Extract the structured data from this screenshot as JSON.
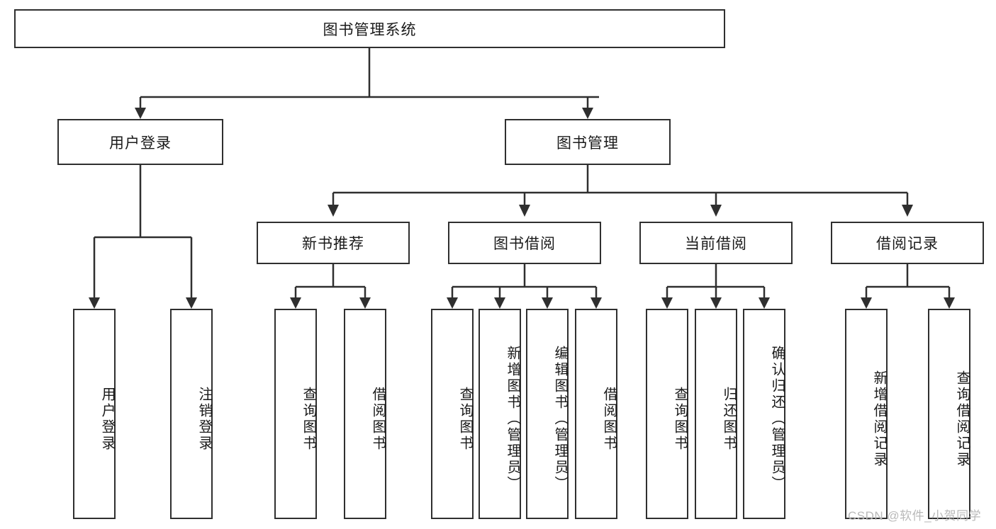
{
  "diagram": {
    "title": "图书管理系统",
    "type": "tree-hierarchy-chart",
    "root": {
      "id": "root",
      "label": "图书管理系统"
    },
    "level2": [
      {
        "id": "user-login",
        "label": "用户登录"
      },
      {
        "id": "book-manage",
        "label": "图书管理"
      }
    ],
    "level3": [
      {
        "id": "new-book-recommend",
        "label": "新书推荐",
        "parent": "book-manage"
      },
      {
        "id": "book-borrow",
        "label": "图书借阅",
        "parent": "book-manage"
      },
      {
        "id": "current-borrow",
        "label": "当前借阅",
        "parent": "book-manage"
      },
      {
        "id": "borrow-record",
        "label": "借阅记录",
        "parent": "book-manage"
      }
    ],
    "leaves": [
      {
        "id": "leaf-user-login",
        "label": "用户登录",
        "parent": "user-login"
      },
      {
        "id": "leaf-user-logout",
        "label": "注销登录",
        "parent": "user-login"
      },
      {
        "id": "leaf-query-book-1",
        "label": "查询图书",
        "parent": "new-book-recommend"
      },
      {
        "id": "leaf-borrow-book-1",
        "label": "借阅图书",
        "parent": "new-book-recommend"
      },
      {
        "id": "leaf-query-book-2",
        "label": "查询图书",
        "parent": "book-borrow"
      },
      {
        "id": "leaf-add-book",
        "label": "新增图书（管理员）",
        "parent": "book-borrow"
      },
      {
        "id": "leaf-edit-book",
        "label": "编辑图书（管理员）",
        "parent": "book-borrow"
      },
      {
        "id": "leaf-borrow-book-2",
        "label": "借阅图书",
        "parent": "book-borrow"
      },
      {
        "id": "leaf-query-book-3",
        "label": "查询图书",
        "parent": "current-borrow"
      },
      {
        "id": "leaf-return-book",
        "label": "归还图书",
        "parent": "current-borrow"
      },
      {
        "id": "leaf-confirm-return",
        "label": "确认归还（管理员）",
        "parent": "current-borrow"
      },
      {
        "id": "leaf-add-record",
        "label": "新增借阅记录",
        "parent": "borrow-record"
      },
      {
        "id": "leaf-query-record",
        "label": "查询借阅记录",
        "parent": "borrow-record"
      }
    ]
  },
  "watermark": {
    "text": "CSDN @软件_小贺同学"
  },
  "colors": {
    "stroke": "#2f2f2f",
    "background": "#ffffff",
    "text": "#1a1a1a",
    "watermark": "#b9b9b9"
  }
}
